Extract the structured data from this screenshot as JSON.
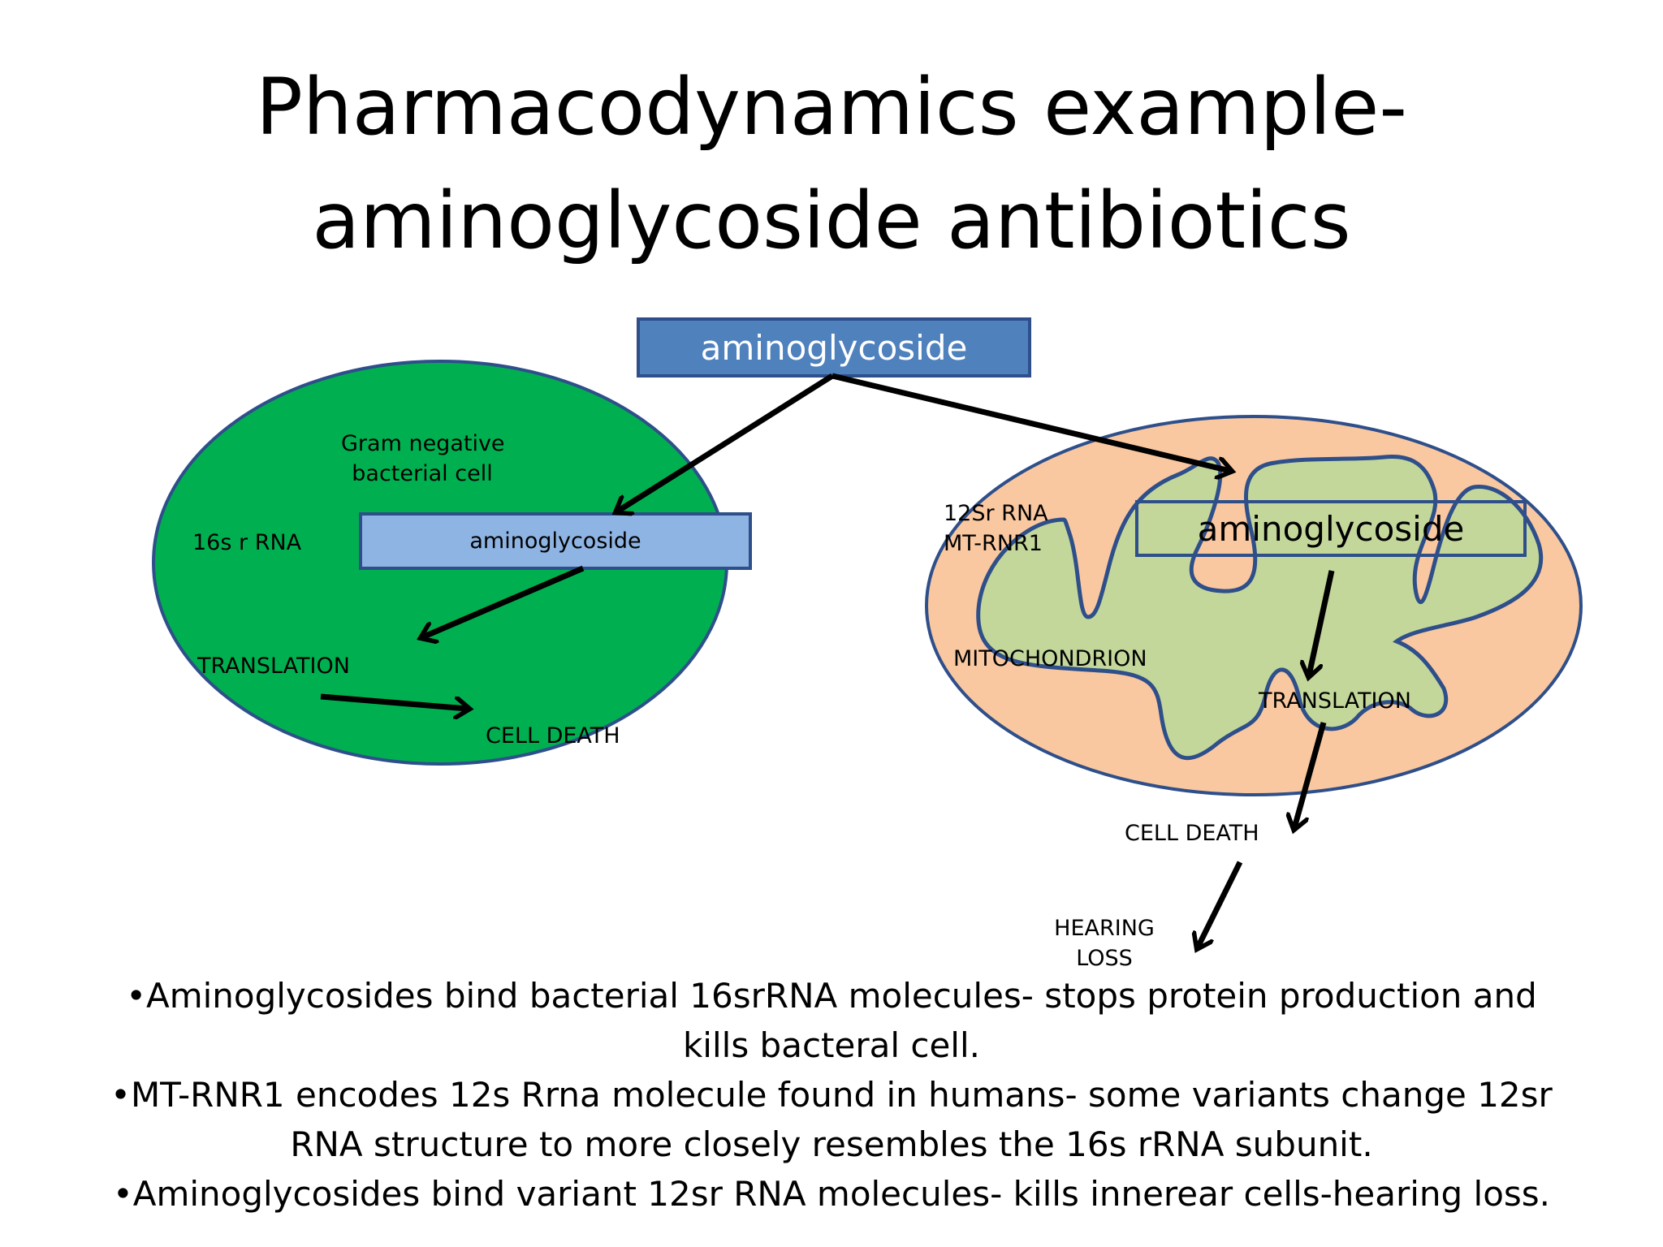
{
  "title": {
    "line1": "Pharmacodynamics example-",
    "line2": "aminoglycoside antibiotics"
  },
  "diagram": {
    "top_box": "aminoglycoside",
    "bacterial": {
      "cell_label_line1": "Gram negative",
      "cell_label_line2": "bacterial cell",
      "rna_label": "16s r RNA",
      "box_label": "aminoglycoside",
      "translation_label": "TRANSLATION",
      "cell_death_label": "CELL DEATH"
    },
    "mito": {
      "rna_label_line1": "12Sr RNA",
      "rna_label_line2": "MT-RNR1",
      "box_label": "aminoglycoside",
      "mitochondrion_label": "MITOCHONDRION",
      "translation_label": "TRANSLATION",
      "cell_death_label": "CELL DEATH",
      "hearing_loss_line1": "HEARING",
      "hearing_loss_line2": "LOSS"
    }
  },
  "notes": {
    "line1": "•Aminoglycosides bind bacterial 16srRNA molecules- stops protein production and kills bacteral cell.",
    "line2": "•MT-RNR1 encodes 12s Rrna molecule found in humans- some variants change 12sr RNA structure to more closely resembles the 16s rRNA subunit.",
    "line3": "•Aminoglycosides bind variant 12sr RNA molecules- kills innerear cells-hearing loss."
  },
  "colors": {
    "bacterial_cell": "#00b050",
    "outline": "#2e4f8a",
    "top_box": "#4f81bd",
    "inner_box": "#8eb4e3",
    "mito_outer": "#fac8a0",
    "mito_inner": "#c4d79b"
  }
}
